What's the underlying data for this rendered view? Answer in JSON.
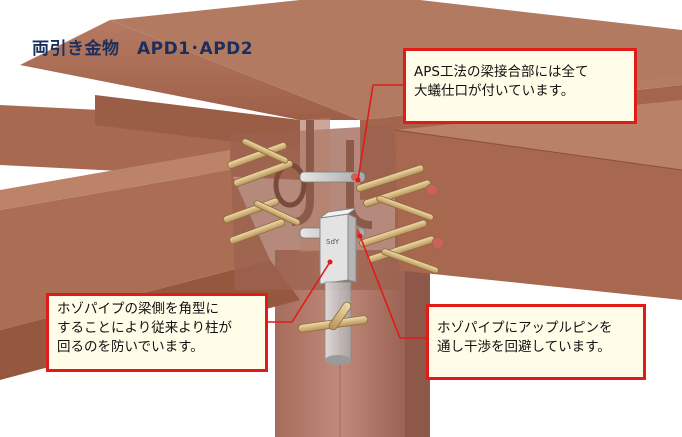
{
  "title": "両引き金物　APD1･APD2",
  "callouts": {
    "top": "APS工法の梁接合部には全て\n大蟻仕口が付いています。",
    "left": "ホゾパイプの梁側を角型に\nすることにより従来より柱が\n回るのを防いでいます。",
    "right": "ホゾパイプにアップルピンを\n通し干渉を回避しています。"
  },
  "colors": {
    "callout_border": "#e11a1a",
    "callout_fill": "#fffde8",
    "title": "#1b2f5e",
    "beam": "#a86b52",
    "beam_shade": "#7c4431",
    "column": "#b3796a",
    "metal": "#c9c9c9",
    "pin": "#d7b77a"
  },
  "icons": [
    "sdy-logo"
  ]
}
